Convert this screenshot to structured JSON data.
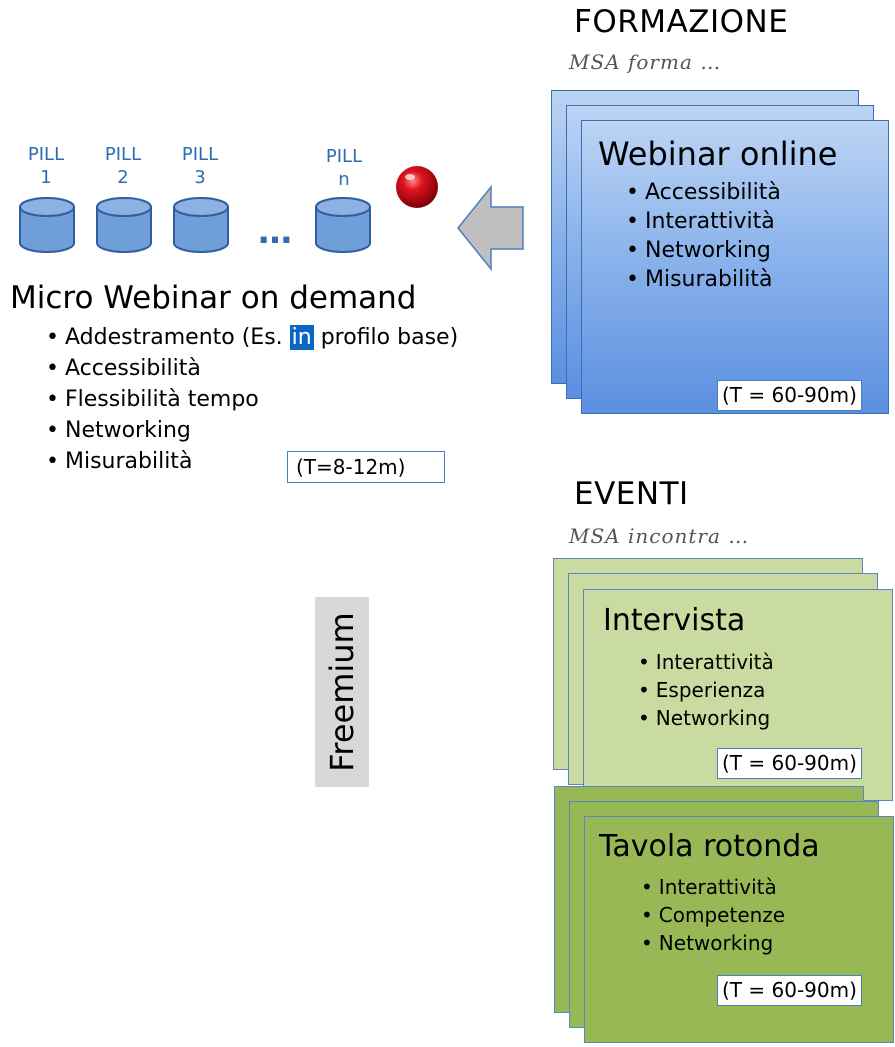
{
  "pills": [
    {
      "label_top": "PILL",
      "label_bottom": "1"
    },
    {
      "label_top": "PILL",
      "label_bottom": "2"
    },
    {
      "label_top": "PILL",
      "label_bottom": "3"
    },
    {
      "label_top": "PILL",
      "label_bottom": "n"
    }
  ],
  "ellipsis": "…",
  "micro_webinar": {
    "title": "Micro Webinar on demand",
    "items": [
      {
        "before": "Addestramento (Es. ",
        "badge": "in",
        "after": " profilo base)"
      },
      {
        "text": "Accessibilità"
      },
      {
        "text": "Flessibilità tempo"
      },
      {
        "text": "Networking"
      },
      {
        "text": "Misurabilità"
      }
    ],
    "duration": "(T=8-12m)"
  },
  "freemium": "Freemium",
  "formazione": {
    "title": "FORMAZIONE",
    "subtitle": "MSA forma …",
    "card": {
      "title": "Webinar online",
      "items": [
        "Accessibilità",
        "Interattività",
        "Networking",
        "Misurabilità"
      ],
      "duration": "(T = 60-90m)"
    }
  },
  "eventi": {
    "title": "EVENTI",
    "subtitle": "MSA incontra …",
    "card1": {
      "title": "Intervista",
      "items": [
        "Interattività",
        "Esperienza",
        "Networking"
      ],
      "duration": "(T = 60-90m)"
    },
    "card2": {
      "title": "Tavola rotonda",
      "items": [
        "Interattività",
        "Competenze",
        "Networking"
      ],
      "duration": "(T = 60-90m)"
    }
  },
  "colors": {
    "pill_blue": "#2e6db4",
    "blue_card": "#5b8fe0",
    "light_green_card": "#c9dba0",
    "dark_green_card": "#97b855",
    "red_ball": "#d0101a",
    "arrow_gray": "#bfbfbf"
  }
}
